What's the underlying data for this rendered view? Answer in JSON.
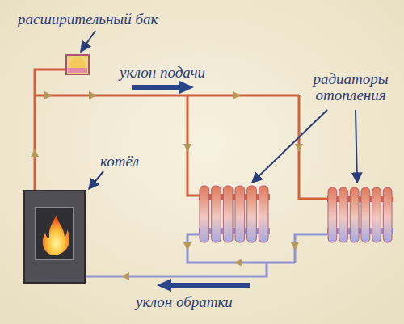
{
  "diagram": {
    "labels": [
      "расширительный бак",
      "уклон подачи",
      "радиаторы отопления",
      "котёл",
      "уклон обратки"
    ]
  }
}
